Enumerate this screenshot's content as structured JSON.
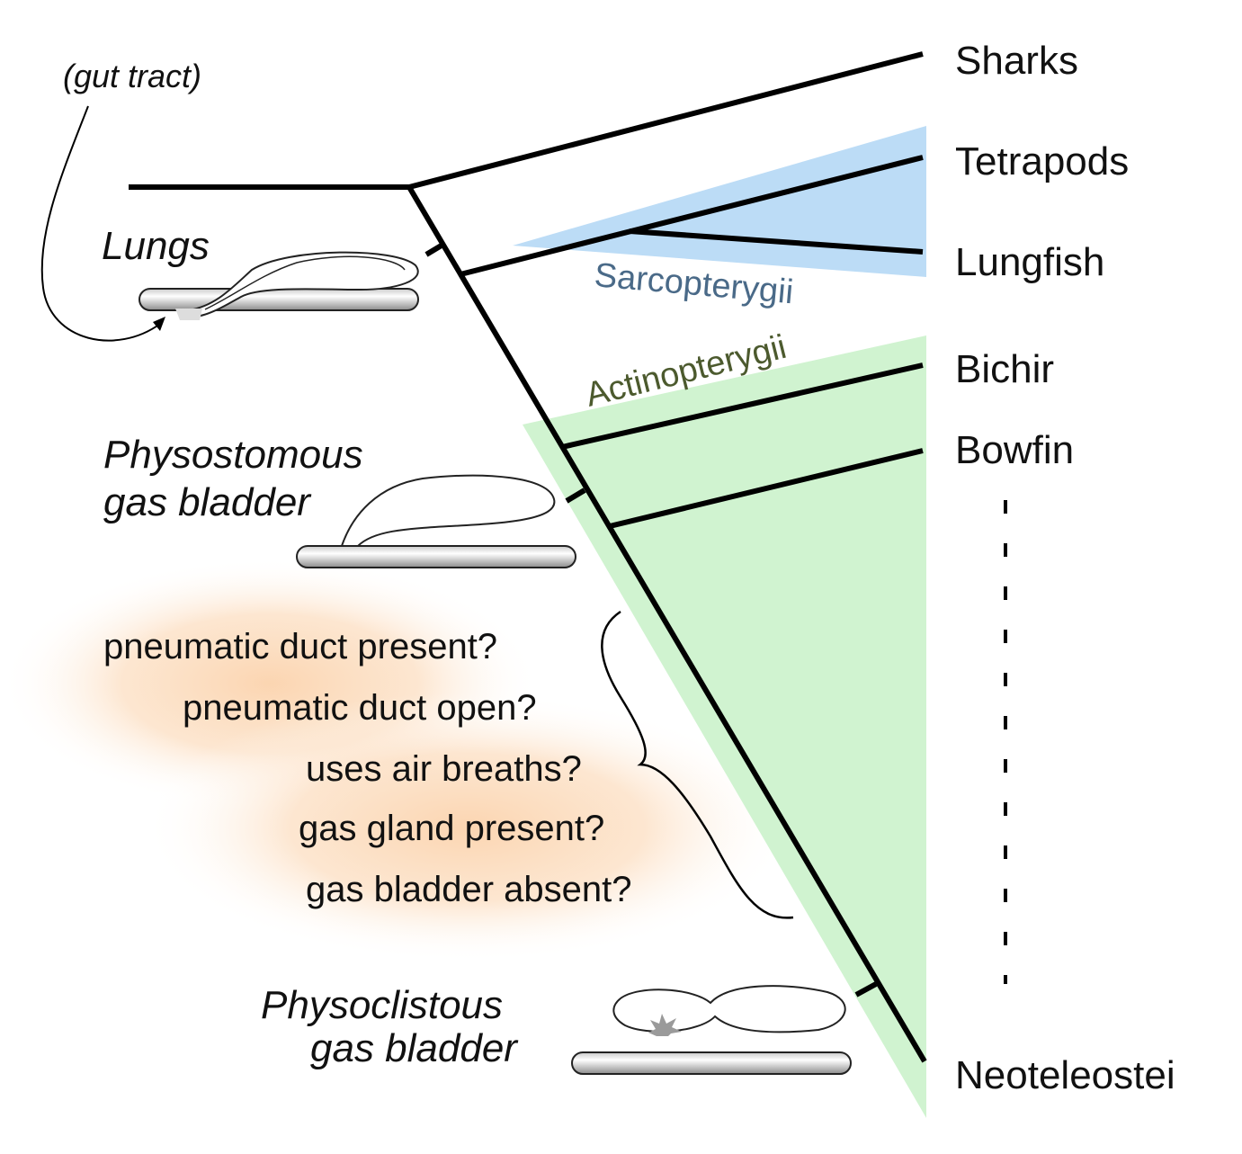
{
  "taxa": {
    "sharks": "Sharks",
    "tetrapods": "Tetrapods",
    "lungfish": "Lungfish",
    "bichir": "Bichir",
    "bowfin": "Bowfin",
    "neoteleostei": "Neoteleostei"
  },
  "clades": {
    "sarcopterygii": "Sarcopterygii",
    "actinopterygii": "Actinopterygii"
  },
  "annotations": {
    "gut_tract": "(gut tract)",
    "lungs": "Lungs",
    "physostomous_line1": "Physostomous",
    "physostomous_line2": "gas bladder",
    "physoclistous_line1": "Physoclistous",
    "physoclistous_line2": "gas bladder"
  },
  "questions": [
    "pneumatic duct present?",
    "pneumatic duct open?",
    "uses air breaths?",
    "gas gland present?",
    "gas bladder absent?"
  ],
  "colors": {
    "sarcopterygii_fill": "#bcdcf6",
    "sarcopterygii_text": "#4a6a88",
    "actinopterygii_fill": "#d0f3d0",
    "actinopterygii_text": "#4c5a2e",
    "question_glow": "#fbd3ad",
    "gas_gland": "#9a9a9a"
  }
}
